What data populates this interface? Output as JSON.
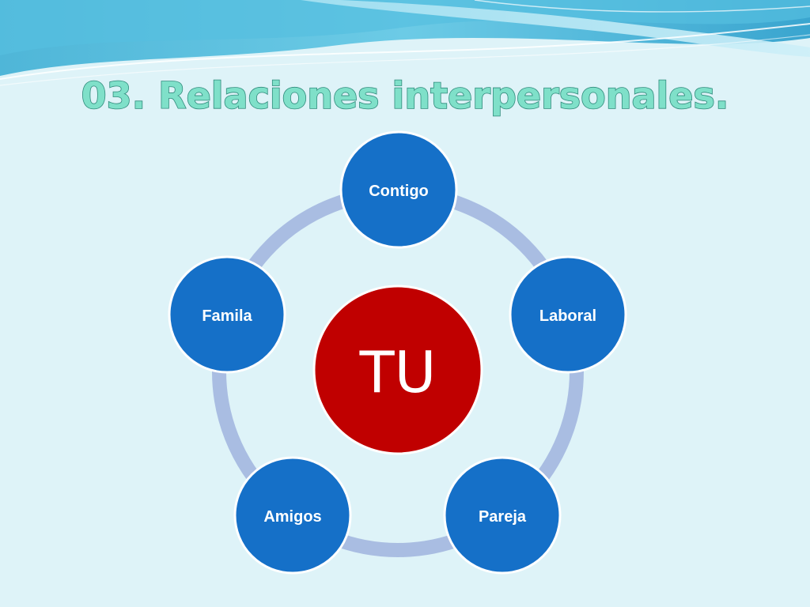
{
  "slide": {
    "title": "03. Relaciones interpersonales."
  },
  "diagram": {
    "center": {
      "label": "TU",
      "color": "#c00000"
    },
    "satellites": [
      {
        "label": "Contigo"
      },
      {
        "label": "Laboral"
      },
      {
        "label": "Pareja"
      },
      {
        "label": "Amigos"
      },
      {
        "label": "Famila"
      }
    ],
    "satellite_color": "#1570c8",
    "ring_color": "#a9bde2"
  }
}
